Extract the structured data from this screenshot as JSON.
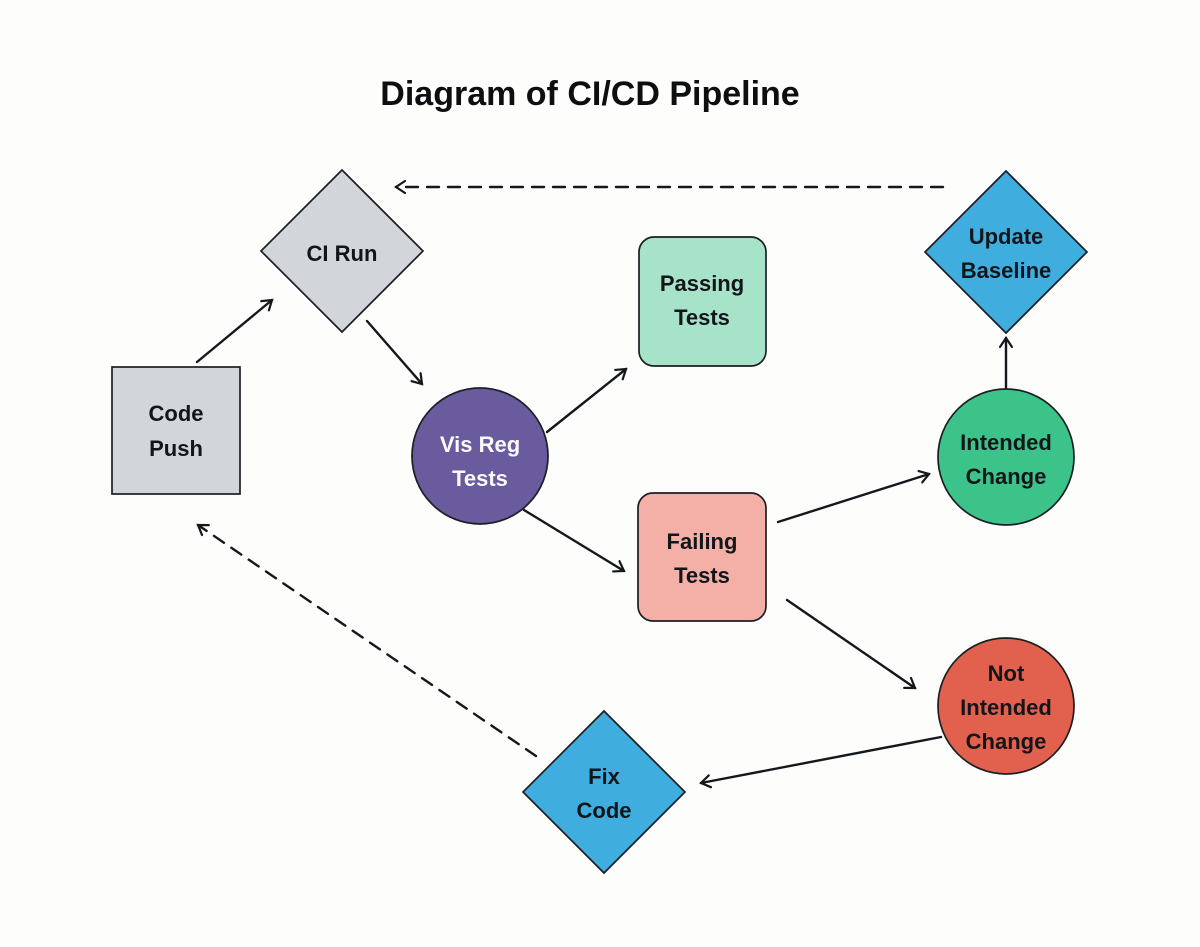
{
  "title": "Diagram of CI/CD Pipeline",
  "colors": {
    "background": "#fdfdfc",
    "gray": "#d2d6db",
    "purple": "#6a5a9e",
    "mint": "#a6e3c8",
    "salmon": "#f4b0a6",
    "blue": "#3fadde",
    "green": "#3cc389",
    "coral": "#e2614e",
    "stroke": "#1b1e22",
    "text_dark": "#12161b",
    "text_light": "#fbfbfd"
  },
  "nodes": {
    "code_push": {
      "shape": "square",
      "color_key": "gray",
      "lines": [
        "Code",
        "Push"
      ]
    },
    "ci_run": {
      "shape": "diamond",
      "color_key": "gray",
      "lines": [
        "CI Run"
      ]
    },
    "vis_reg_tests": {
      "shape": "circle",
      "color_key": "purple",
      "lines": [
        "Vis Reg",
        "Tests"
      ]
    },
    "passing_tests": {
      "shape": "rounded-square",
      "color_key": "mint",
      "lines": [
        "Passing",
        "Tests"
      ]
    },
    "failing_tests": {
      "shape": "rounded-square",
      "color_key": "salmon",
      "lines": [
        "Failing",
        "Tests"
      ]
    },
    "update_baseline": {
      "shape": "diamond",
      "color_key": "blue",
      "lines": [
        "Update",
        "Baseline"
      ]
    },
    "intended_change": {
      "shape": "circle",
      "color_key": "green",
      "lines": [
        "Intended",
        "Change"
      ]
    },
    "not_intended_change": {
      "shape": "circle",
      "color_key": "coral",
      "lines": [
        "Not",
        "Intended",
        "Change"
      ]
    },
    "fix_code": {
      "shape": "diamond",
      "color_key": "blue",
      "lines": [
        "Fix",
        "Code"
      ]
    }
  },
  "edges": [
    {
      "from": "code_push",
      "to": "ci_run",
      "style": "solid"
    },
    {
      "from": "ci_run",
      "to": "vis_reg_tests",
      "style": "solid"
    },
    {
      "from": "vis_reg_tests",
      "to": "passing_tests",
      "style": "solid"
    },
    {
      "from": "vis_reg_tests",
      "to": "failing_tests",
      "style": "solid"
    },
    {
      "from": "failing_tests",
      "to": "intended_change",
      "style": "solid"
    },
    {
      "from": "failing_tests",
      "to": "not_intended_change",
      "style": "solid"
    },
    {
      "from": "intended_change",
      "to": "update_baseline",
      "style": "solid"
    },
    {
      "from": "not_intended_change",
      "to": "fix_code",
      "style": "solid"
    },
    {
      "from": "update_baseline",
      "to": "ci_run",
      "style": "dashed"
    },
    {
      "from": "fix_code",
      "to": "code_push",
      "style": "dashed"
    }
  ]
}
